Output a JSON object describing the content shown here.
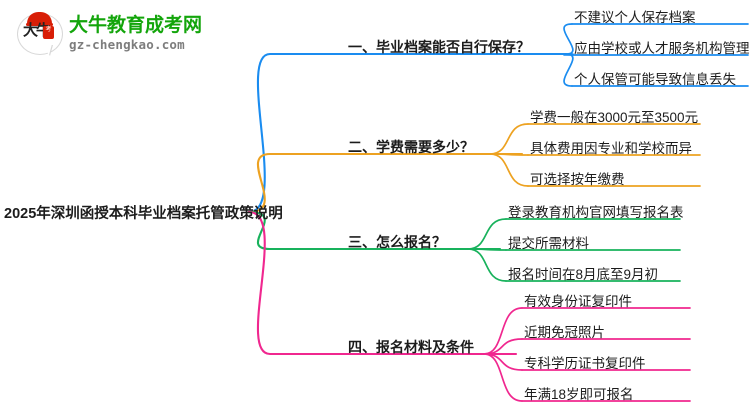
{
  "logo": {
    "mark_chars": "大牛",
    "seal_char": "考",
    "title": "大牛教育成考网",
    "subtitle": "gz-chengkao.com",
    "title_color": "#13a50b",
    "subtitle_color": "#7d7d7d",
    "accent_color": "#d81e06"
  },
  "mindmap": {
    "root": {
      "label": "2025年深圳函授本科毕业档案托管政策说明"
    },
    "branches": [
      {
        "label": "一、毕业档案能否自行保存？",
        "color": "#1a8cf0",
        "children": [
          {
            "label": "不建议个人保存档案"
          },
          {
            "label": "应由学校或人才服务机构管理"
          },
          {
            "label": "个人保管可能导致信息丢失"
          }
        ]
      },
      {
        "label": "二、学费需要多少？",
        "color": "#eda221",
        "children": [
          {
            "label": "学费一般在3000元至3500元"
          },
          {
            "label": "具体费用因专业和学校而异"
          },
          {
            "label": "可选择按年缴费"
          }
        ]
      },
      {
        "label": "三、怎么报名？",
        "color": "#18b25c",
        "children": [
          {
            "label": "登录教育机构官网填写报名表"
          },
          {
            "label": "提交所需材料"
          },
          {
            "label": "报名时间在8月底至9月初"
          }
        ]
      },
      {
        "label": "四、报名材料及条件",
        "color": "#f0278f",
        "children": [
          {
            "label": "有效身份证复印件"
          },
          {
            "label": "近期免冠照片"
          },
          {
            "label": "专科学历证书复印件"
          },
          {
            "label": "年满18岁即可报名"
          }
        ]
      }
    ]
  }
}
